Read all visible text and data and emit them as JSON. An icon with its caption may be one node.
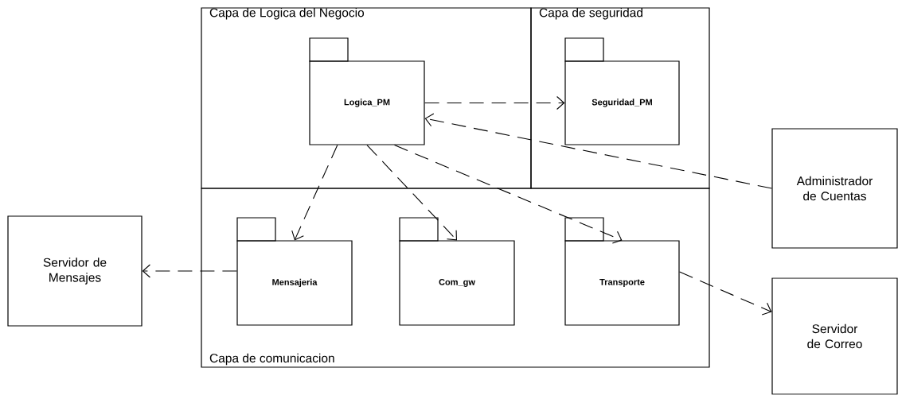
{
  "diagram": {
    "nodes": [
      {
        "text": [
          "Capa de Logica del Negocio"
        ]
      },
      {
        "text": [
          "Logica_PM"
        ],
        "in": 0
      },
      {
        "text": [
          "Capa de seguridad"
        ]
      },
      {
        "text": [
          "Seguridad_PM"
        ],
        "in": 2
      },
      {
        "text": [
          "Capa de comunicacion"
        ]
      },
      {
        "text": [
          "Mensajeria"
        ],
        "in": 4
      },
      {
        "text": [
          "Com_gw"
        ],
        "in": 4
      },
      {
        "text": [
          "Transporte"
        ],
        "in": 4
      },
      {
        "text": [
          "Administrador de Cuentas"
        ]
      },
      {
        "text": [
          "Servidor de Mensajes"
        ]
      },
      {
        "text": [
          "Servidor de Correo"
        ]
      }
    ],
    "edges": [
      {
        "from": 1,
        "to": 3,
        "arrow": "to",
        "style": "dashed"
      },
      {
        "from": 8,
        "to": 1,
        "arrow": "to",
        "style": "dashed"
      },
      {
        "from": 1,
        "to": 5,
        "arrow": "to",
        "style": "dashed"
      },
      {
        "from": 1,
        "to": 6,
        "arrow": "to",
        "style": "dashed"
      },
      {
        "from": 1,
        "to": 7,
        "arrow": "to",
        "style": "dashed"
      },
      {
        "from": 7,
        "to": 10,
        "arrow": "to",
        "style": "dashed"
      },
      {
        "from": 5,
        "to": 9,
        "arrow": "to",
        "style": "dashed"
      }
    ]
  }
}
